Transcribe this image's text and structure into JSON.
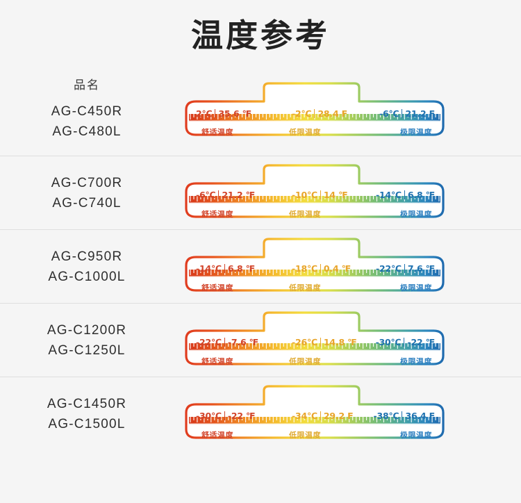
{
  "page": {
    "title": "温度参考",
    "background_color": "#f5f5f5",
    "divider_color": "#dedede"
  },
  "table": {
    "column_header": "品名"
  },
  "legend": {
    "comfort_label": "舒适温度",
    "lower_limit_label": "低限温度",
    "extreme_limit_label": "极限温度",
    "comfort_color": "#d2442a",
    "lower_limit_color": "#e0ab33",
    "extreme_limit_color": "#2d7fc0",
    "separator_glyph": "|"
  },
  "chart_data": {
    "type": "table",
    "title": "温度参考",
    "xlabel": "",
    "ylabel": "",
    "categories": [
      "舒适温度",
      "低限温度",
      "极限温度"
    ],
    "series": [
      {
        "name": "AG-C450R / AG-C480L",
        "values": [
          2,
          -2,
          -6
        ]
      },
      {
        "name": "AG-C700R / AG-C740L",
        "values": [
          -6,
          -10,
          -14
        ]
      },
      {
        "name": "AG-C950R / AG-C1000L",
        "values": [
          -14,
          -18,
          -22
        ]
      },
      {
        "name": "AG-C1200R / AG-C1250L",
        "values": [
          -22,
          -26,
          -30
        ]
      },
      {
        "name": "AG-C1450R / AG-C1500L",
        "values": [
          -30,
          -34,
          -38
        ]
      }
    ],
    "units": {
      "celsius": "℃",
      "fahrenheit": "℉"
    },
    "gradient_stops": [
      "#e03c1f",
      "#ee6b1f",
      "#f2a62a",
      "#f5d93a",
      "#e8e04a",
      "#a9cf5a",
      "#61b77e",
      "#3f9fb0",
      "#2a7fc0",
      "#1f6aae"
    ]
  },
  "rows": [
    {
      "names": [
        "AG-C450R",
        "AG-C480L"
      ],
      "comfort": {
        "c": "2℃",
        "f": "35.6 ℉"
      },
      "lower": {
        "c": "-2℃",
        "f": "28.4 F"
      },
      "extreme": {
        "c": "-6℃",
        "f": "21.2 F"
      }
    },
    {
      "names": [
        "AG-C700R",
        "AG-C740L"
      ],
      "comfort": {
        "c": "-6℃",
        "f": "21.2 ℉"
      },
      "lower": {
        "c": "-10℃",
        "f": "14 ℉"
      },
      "extreme": {
        "c": "-14℃",
        "f": "6.8 ℉"
      }
    },
    {
      "names": [
        "AG-C950R",
        "AG-C1000L"
      ],
      "comfort": {
        "c": "-14℃",
        "f": "6.8 ℉"
      },
      "lower": {
        "c": "-18℃",
        "f": "0.4 ℉"
      },
      "extreme": {
        "c": "-22℃",
        "f": "7.6 ℉"
      }
    },
    {
      "names": [
        "AG-C1200R",
        "AG-C1250L"
      ],
      "comfort": {
        "c": "-22℃",
        "f": "-7.6 ℉"
      },
      "lower": {
        "c": "-26℃",
        "f": "14.8 ℉"
      },
      "extreme": {
        "c": "-30℃",
        "f": "-22 ℉"
      }
    },
    {
      "names": [
        "AG-C1450R",
        "AG-C1500L"
      ],
      "comfort": {
        "c": "-30℃",
        "f": "-22 ℉"
      },
      "lower": {
        "c": "-34℃",
        "f": "29.2 F"
      },
      "extreme": {
        "c": "-38℃",
        "f": "36.4 F"
      }
    }
  ]
}
